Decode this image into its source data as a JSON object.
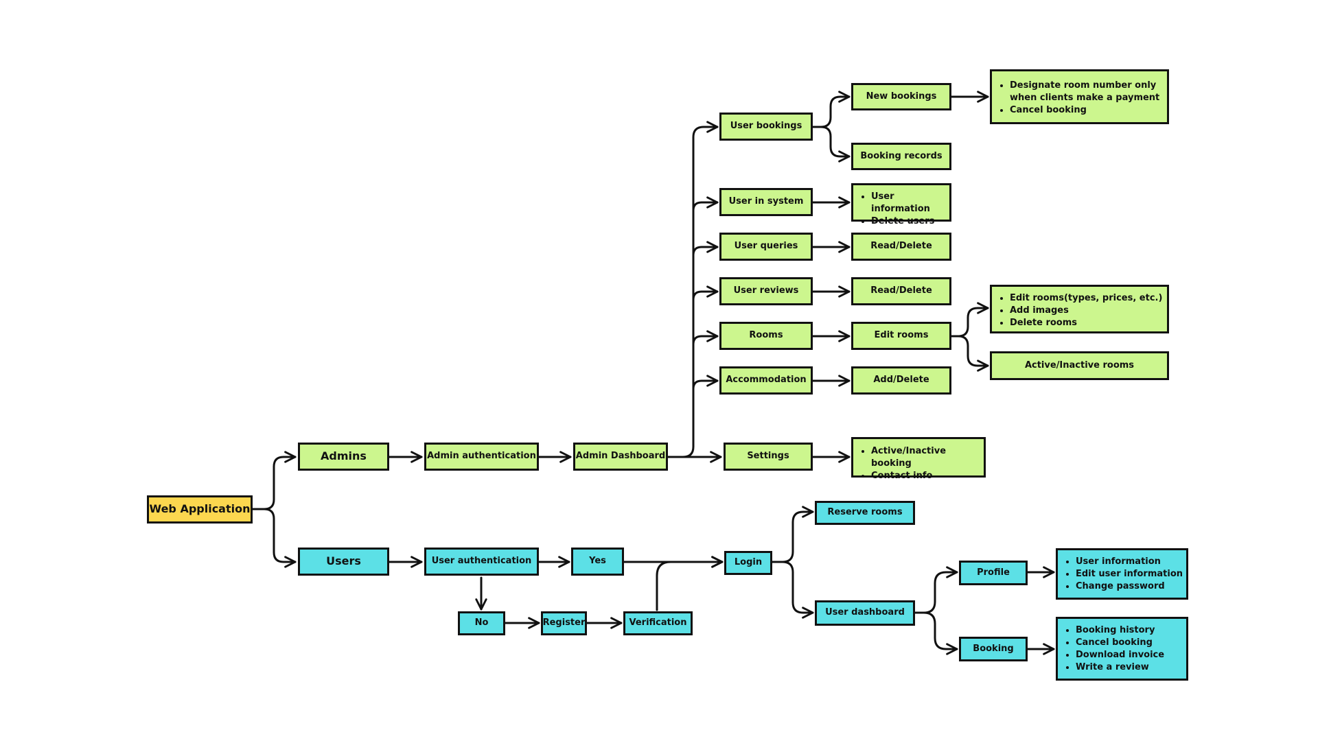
{
  "colors": {
    "root": "#fcd74f",
    "admin_branch": "#ccf68e",
    "user_branch": "#5ce0e6",
    "border": "#111111"
  },
  "nodes": {
    "web_application": "Web Application",
    "admins": "Admins",
    "admin_authentication": "Admin  authentication",
    "admin_dashboard": "Admin Dashboard",
    "user_bookings": "User bookings",
    "new_bookings": "New bookings",
    "new_bookings_actions": [
      "Designate room number only when clients make a payment",
      "Cancel booking"
    ],
    "booking_records": "Booking records",
    "user_in_system": "User in system",
    "user_in_system_actions": [
      "User information",
      "Delete users"
    ],
    "user_queries": "User queries",
    "user_queries_action": "Read/Delete",
    "user_reviews": "User reviews",
    "user_reviews_action": "Read/Delete",
    "rooms": "Rooms",
    "edit_rooms": "Edit rooms",
    "edit_rooms_actions": [
      "Edit rooms(types, prices, etc.)",
      "Add images",
      "Delete rooms"
    ],
    "active_inactive_rooms": "Active/Inactive rooms",
    "accommodation": "Accommodation",
    "accommodation_action": "Add/Delete",
    "settings": "Settings",
    "settings_actions": [
      "Active/Inactive booking",
      "Contact info"
    ],
    "users": "Users",
    "user_authentication": "User authentication",
    "yes": "Yes",
    "no": "No",
    "register": "Register",
    "verification": "Verification",
    "login": "Login",
    "reserve_rooms": "Reserve  rooms",
    "user_dashboard": "User dashboard",
    "profile": "Profile",
    "profile_actions": [
      "User information",
      "Edit user information",
      "Change password"
    ],
    "booking": "Booking",
    "booking_actions": [
      "Booking history",
      "Cancel booking",
      "Download invoice",
      "Write a review"
    ]
  }
}
